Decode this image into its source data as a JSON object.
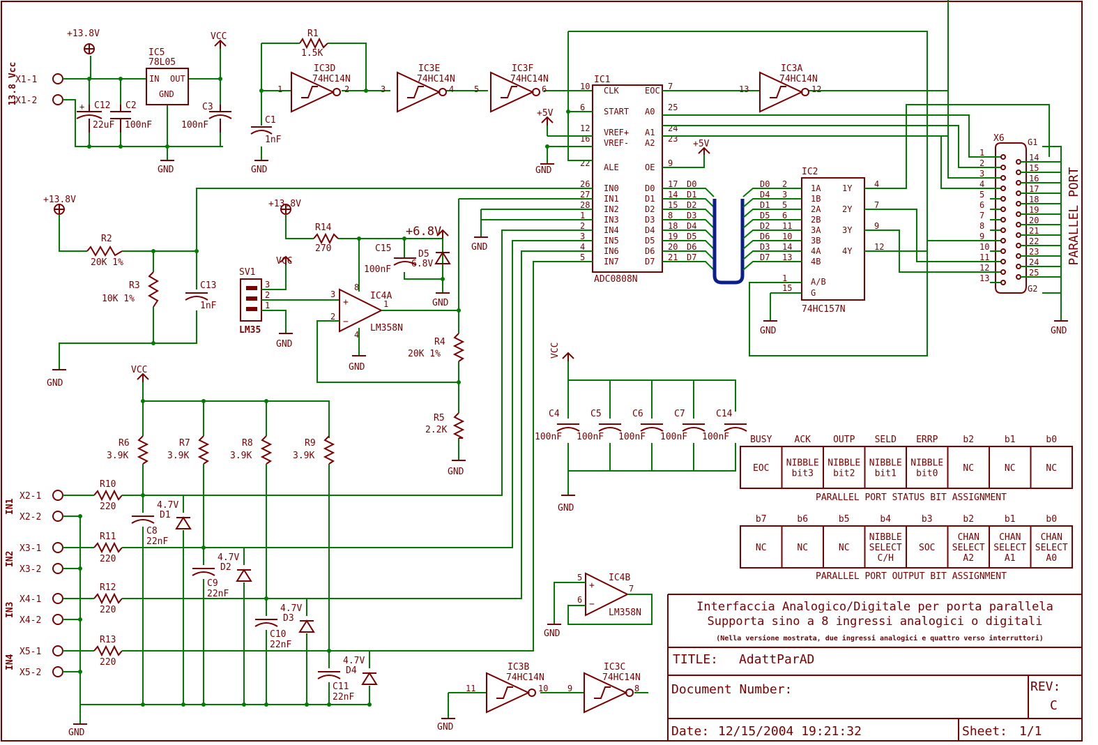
{
  "title_block": {
    "desc1": "Interfaccia Analogico/Digitale per porta parallela",
    "desc2": "Supporta sino a 8 ingressi analogici o digitali",
    "desc3": "(Nella versione mostrata, due ingressi analogici e quattro verso interruttori)",
    "title_label": "TITLE:",
    "title_value": "AdattParAD",
    "doc_label": "Document Number:",
    "rev_label": "REV:",
    "rev_value": "C",
    "date_label": "Date:",
    "date_value": "12/15/2004 19:21:32",
    "sheet_label": "Sheet:",
    "sheet_value": "1/1"
  },
  "status_table": {
    "caption": "PARALLEL PORT STATUS BIT ASSIGNMENT",
    "headers": [
      "BUSY",
      "ACK",
      "OUTP",
      "SELD",
      "ERRP",
      "b2",
      "b1",
      "b0"
    ],
    "cells": [
      [
        "EOC"
      ],
      [
        "NIBBLE",
        "bit3"
      ],
      [
        "NIBBLE",
        "bit2"
      ],
      [
        "NIBBLE",
        "bit1"
      ],
      [
        "NIBBLE",
        "bit0"
      ],
      [
        "NC"
      ],
      [
        "NC"
      ],
      [
        "NC"
      ]
    ]
  },
  "output_table": {
    "caption": "PARALLEL PORT OUTPUT BIT ASSIGNMENT",
    "headers": [
      "b7",
      "b6",
      "b5",
      "b4",
      "b3",
      "b2",
      "b1",
      "b0"
    ],
    "cells": [
      [
        "NC"
      ],
      [
        "NC"
      ],
      [
        "NC"
      ],
      [
        "NIBBLE",
        "SELECT",
        "C/H"
      ],
      [
        "SOC"
      ],
      [
        "CHAN",
        "SELECT",
        "A2"
      ],
      [
        "CHAN",
        "SELECT",
        "A1"
      ],
      [
        "CHAN",
        "SELECT",
        "A0"
      ]
    ]
  },
  "power": {
    "v138": "+13.8V",
    "vcc": "VCC",
    "v5": "+5V",
    "gnd": "GND",
    "v68": "+6.8V",
    "supply_label": "13.8 Vcc",
    "x1_1": "X1-1",
    "x1_2": "X1-2"
  },
  "regulator": {
    "name": "IC5",
    "part": "78L05",
    "pin_in": "IN",
    "pin_out": "OUT",
    "pin_gnd": "GND"
  },
  "ic1": {
    "name": "IC1",
    "part": "ADC0808N",
    "left_pins": [
      {
        "num": "10",
        "label": "CLK"
      },
      {
        "num": "6",
        "label": "START"
      },
      {
        "num": "12",
        "label": "VREF+"
      },
      {
        "num": "16",
        "label": "VREF-"
      },
      {
        "num": "22",
        "label": "ALE"
      },
      {
        "num": "26",
        "label": "IN0"
      },
      {
        "num": "27",
        "label": "IN1"
      },
      {
        "num": "28",
        "label": "IN2"
      },
      {
        "num": "1",
        "label": "IN3"
      },
      {
        "num": "2",
        "label": "IN4"
      },
      {
        "num": "3",
        "label": "IN5"
      },
      {
        "num": "4",
        "label": "IN6"
      },
      {
        "num": "5",
        "label": "IN7"
      }
    ],
    "right_pins": [
      {
        "num": "7",
        "label": "EOC"
      },
      {
        "num": "25",
        "label": "A0"
      },
      {
        "num": "24",
        "label": "A1"
      },
      {
        "num": "23",
        "label": "A2"
      },
      {
        "num": "9",
        "label": "OE"
      },
      {
        "num": "17",
        "label": "D0"
      },
      {
        "num": "14",
        "label": "D1"
      },
      {
        "num": "15",
        "label": "D2"
      },
      {
        "num": "8",
        "label": "D3"
      },
      {
        "num": "18",
        "label": "D4"
      },
      {
        "num": "19",
        "label": "D5"
      },
      {
        "num": "20",
        "label": "D6"
      },
      {
        "num": "21",
        "label": "D7"
      }
    ],
    "bus_labels": [
      "D0",
      "D1",
      "D2",
      "D3",
      "D4",
      "D5",
      "D6",
      "D7"
    ]
  },
  "ic2": {
    "name": "IC2",
    "part": "74HC157N",
    "left_pins": [
      {
        "num": "2",
        "label": "1A",
        "net": "D0"
      },
      {
        "num": "3",
        "label": "1B",
        "net": "D4"
      },
      {
        "num": "5",
        "label": "2A",
        "net": "D1"
      },
      {
        "num": "6",
        "label": "2B",
        "net": "D5"
      },
      {
        "num": "11",
        "label": "3A",
        "net": "D2"
      },
      {
        "num": "10",
        "label": "3B",
        "net": "D6"
      },
      {
        "num": "14",
        "label": "4A",
        "net": "D3"
      },
      {
        "num": "13",
        "label": "4B",
        "net": "D7"
      }
    ],
    "sel": {
      "num": "1",
      "label": "A/B"
    },
    "en": {
      "num": "15",
      "label": "G"
    },
    "right_pins": [
      {
        "num": "4",
        "label": "1Y"
      },
      {
        "num": "7",
        "label": "2Y"
      },
      {
        "num": "9",
        "label": "3Y"
      },
      {
        "num": "12",
        "label": "4Y"
      }
    ]
  },
  "inverters": {
    "ic3d": {
      "name": "IC3D",
      "part": "74HC14N",
      "in": "1",
      "out": "2"
    },
    "ic3e": {
      "name": "IC3E",
      "part": "74HC14N",
      "in": "3",
      "out": "4"
    },
    "ic3f": {
      "name": "IC3F",
      "part": "74HC14N",
      "in": "5",
      "out": "6"
    },
    "ic3a": {
      "name": "IC3A",
      "part": "74HC14N",
      "in": "13",
      "out": "12"
    },
    "ic3b": {
      "name": "IC3B",
      "part": "74HC14N",
      "in": "11",
      "out": "10"
    },
    "ic3c": {
      "name": "IC3C",
      "part": "74HC14N",
      "in": "9",
      "out": "8"
    }
  },
  "opamps": {
    "ic4a": {
      "name": "IC4A",
      "part": "LM358N",
      "plus": "3",
      "minus": "2",
      "out": "1",
      "vp": "8",
      "vn": "4"
    },
    "ic4b": {
      "name": "IC4B",
      "part": "LM358N",
      "plus": "5",
      "minus": "6",
      "out": "7"
    }
  },
  "sensor": {
    "name": "SV1",
    "part": "LM35",
    "pins": [
      "3",
      "2",
      "1"
    ]
  },
  "connector": {
    "name": "X6",
    "label": "PARALLEL PORT",
    "left_pins": [
      "1",
      "2",
      "3",
      "4",
      "5",
      "6",
      "7",
      "8",
      "9",
      "10",
      "11",
      "12",
      "13"
    ],
    "right_pins": [
      "14",
      "15",
      "16",
      "17",
      "18",
      "19",
      "20",
      "21",
      "22",
      "23",
      "24",
      "25"
    ],
    "g1": "G1",
    "g2": "G2"
  },
  "parts": {
    "r1": {
      "name": "R1",
      "value": "1.5K"
    },
    "r2": {
      "name": "R2",
      "value": "20K 1%"
    },
    "r3": {
      "name": "R3",
      "value": "10K 1%"
    },
    "r4": {
      "name": "R4",
      "value": "20K 1%"
    },
    "r5": {
      "name": "R5",
      "value": "2.2K"
    },
    "r6": {
      "name": "R6",
      "value": "3.9K"
    },
    "r7": {
      "name": "R7",
      "value": "3.9K"
    },
    "r8": {
      "name": "R8",
      "value": "3.9K"
    },
    "r9": {
      "name": "R9",
      "value": "3.9K"
    },
    "r10": {
      "name": "R10",
      "value": "220"
    },
    "r11": {
      "name": "R11",
      "value": "220"
    },
    "r12": {
      "name": "R12",
      "value": "220"
    },
    "r13": {
      "name": "R13",
      "value": "220"
    },
    "r14": {
      "name": "R14",
      "value": "270"
    },
    "c1": {
      "name": "C1",
      "value": "1nF"
    },
    "c2": {
      "name": "C2",
      "value": "100nF"
    },
    "c3": {
      "name": "C3",
      "value": "100nF"
    },
    "c4": {
      "name": "C4",
      "value": "100nF"
    },
    "c5": {
      "name": "C5",
      "value": "100nF"
    },
    "c6": {
      "name": "C6",
      "value": "100nF"
    },
    "c7": {
      "name": "C7",
      "value": "100nF"
    },
    "c14": {
      "name": "C14",
      "value": "100nF"
    },
    "c8": {
      "name": "C8",
      "value": "22nF"
    },
    "c9": {
      "name": "C9",
      "value": "22nF"
    },
    "c10": {
      "name": "C10",
      "value": "22nF"
    },
    "c11": {
      "name": "C11",
      "value": "22nF"
    },
    "c12": {
      "name": "C12",
      "value": "22uF"
    },
    "c13": {
      "name": "C13",
      "value": "1nF"
    },
    "c15": {
      "name": "C15",
      "value": "100nF"
    },
    "d1": {
      "name": "D1",
      "value": "4.7V"
    },
    "d2": {
      "name": "D2",
      "value": "4.7V"
    },
    "d3": {
      "name": "D3",
      "value": "4.7V"
    },
    "d4": {
      "name": "D4",
      "value": "4.7V"
    },
    "d5": {
      "name": "D5",
      "value": "6.8V"
    }
  },
  "inputs": [
    {
      "group": "IN1",
      "a": "X2-1",
      "b": "X2-2"
    },
    {
      "group": "IN2",
      "a": "X3-1",
      "b": "X3-2"
    },
    {
      "group": "IN3",
      "a": "X4-1",
      "b": "X4-2"
    },
    {
      "group": "IN4",
      "a": "X5-1",
      "b": "X5-2"
    }
  ]
}
